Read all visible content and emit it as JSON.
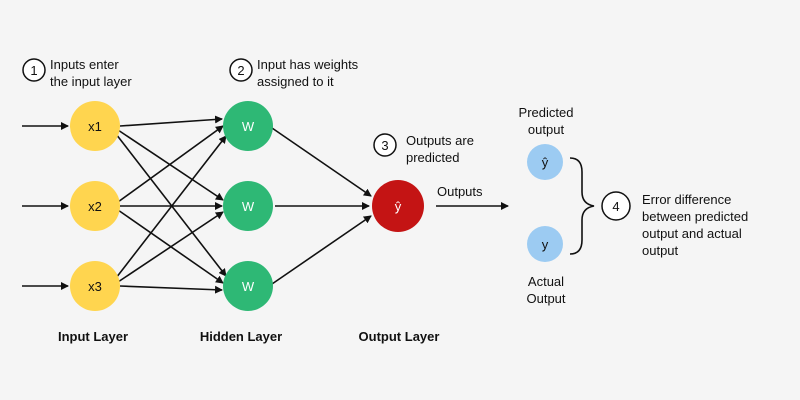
{
  "colors": {
    "background": "#f5f5f5",
    "input_node": "#ffd54f",
    "hidden_node": "#2eb875",
    "output_node": "#c41414",
    "result_node": "#9ccbf2",
    "line": "#111111",
    "text": "#111111",
    "node_text_light": "#ffffff"
  },
  "steps": [
    {
      "number": "1",
      "lines": [
        "Inputs enter",
        "the input layer"
      ]
    },
    {
      "number": "2",
      "lines": [
        "Input has weights",
        "assigned to it"
      ]
    },
    {
      "number": "3",
      "lines": [
        "Outputs are",
        "predicted"
      ]
    },
    {
      "number": "4",
      "lines": [
        "Error difference",
        "between predicted",
        "output and actual",
        "output"
      ]
    }
  ],
  "nodes": {
    "inputs": [
      "x1",
      "x2",
      "x3"
    ],
    "hidden": [
      "W",
      "W",
      "W"
    ],
    "output": "ŷ",
    "predicted": "ŷ",
    "actual": "y"
  },
  "labels": {
    "outputs_arrow": "Outputs",
    "predicted_output": [
      "Predicted",
      "output"
    ],
    "actual_output": [
      "Actual",
      "Output"
    ]
  },
  "layers": {
    "input": "Input Layer",
    "hidden": "Hidden Layer",
    "output": "Output Layer"
  }
}
